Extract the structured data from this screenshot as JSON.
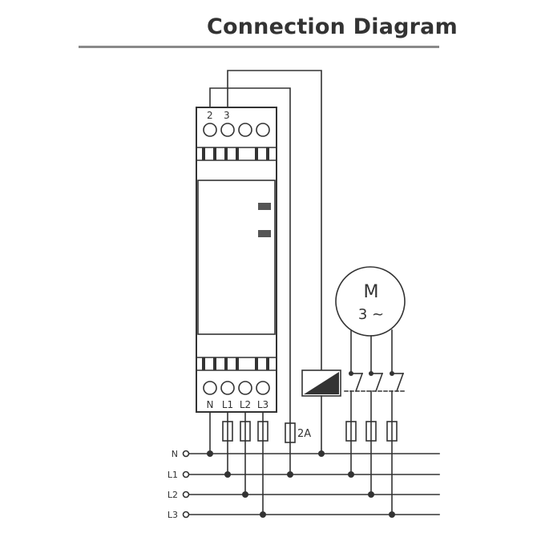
{
  "header": {
    "title": "Connection Diagram"
  },
  "device": {
    "top_terminals": [
      "2",
      "3"
    ],
    "bottom_terminals": [
      "N",
      "L1",
      "L2",
      "L3"
    ]
  },
  "fuse_label": "2A",
  "motor": {
    "symbol": "M",
    "phase": "3 ~"
  },
  "lines": [
    "N",
    "L1",
    "L2",
    "L3"
  ],
  "colors": {
    "line": "#333333",
    "title_rule": "#8a8a8a",
    "background": "#ffffff"
  }
}
